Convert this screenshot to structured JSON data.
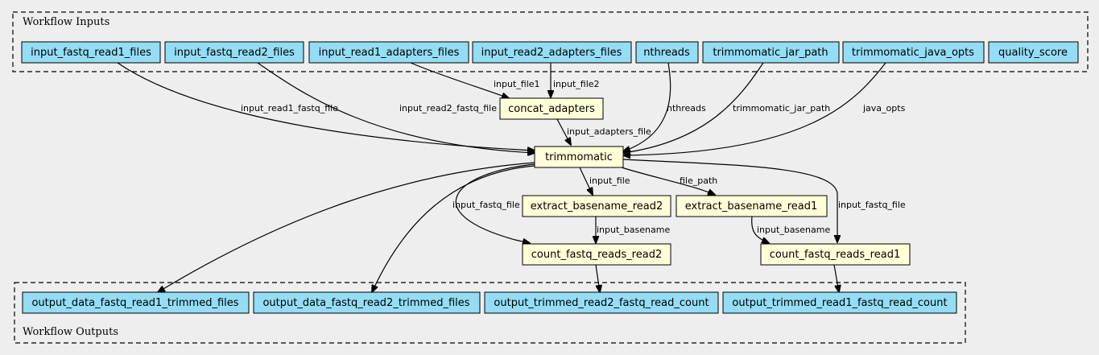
{
  "clusters": {
    "inputs_label": "Workflow Inputs",
    "outputs_label": "Workflow Outputs"
  },
  "inputs": [
    "input_fastq_read1_files",
    "input_fastq_read2_files",
    "input_read1_adapters_files",
    "input_read2_adapters_files",
    "nthreads",
    "trimmomatic_jar_path",
    "trimmomatic_java_opts",
    "quality_score"
  ],
  "steps": {
    "concat_adapters": "concat_adapters",
    "trimmomatic": "trimmomatic",
    "extract_basename_read2": "extract_basename_read2",
    "extract_basename_read1": "extract_basename_read1",
    "count_fastq_reads_read2": "count_fastq_reads_read2",
    "count_fastq_reads_read1": "count_fastq_reads_read1"
  },
  "outputs": [
    "output_data_fastq_read1_trimmed_files",
    "output_data_fastq_read2_trimmed_files",
    "output_trimmed_read2_fastq_read_count",
    "output_trimmed_read1_fastq_read_count"
  ],
  "edge_labels": {
    "input_file1": "input_file1",
    "input_file2": "input_file2",
    "input_read1_fastq_file": "input_read1_fastq_file",
    "input_read2_fastq_file": "input_read2_fastq_file",
    "nthreads": "nthreads",
    "trimmomatic_jar_path": "trimmomatic_jar_path",
    "java_opts": "java_opts",
    "input_adapters_file": "input_adapters_file",
    "input_file": "input_file",
    "file_path": "file_path",
    "input_fastq_file_left": "input_fastq_file",
    "input_fastq_file_right": "input_fastq_file",
    "input_basename_left": "input_basename",
    "input_basename_right": "input_basename"
  },
  "colors": {
    "io_fill": "#94ddf4",
    "step_fill": "#ffffd8",
    "background": "#eeeeee"
  }
}
